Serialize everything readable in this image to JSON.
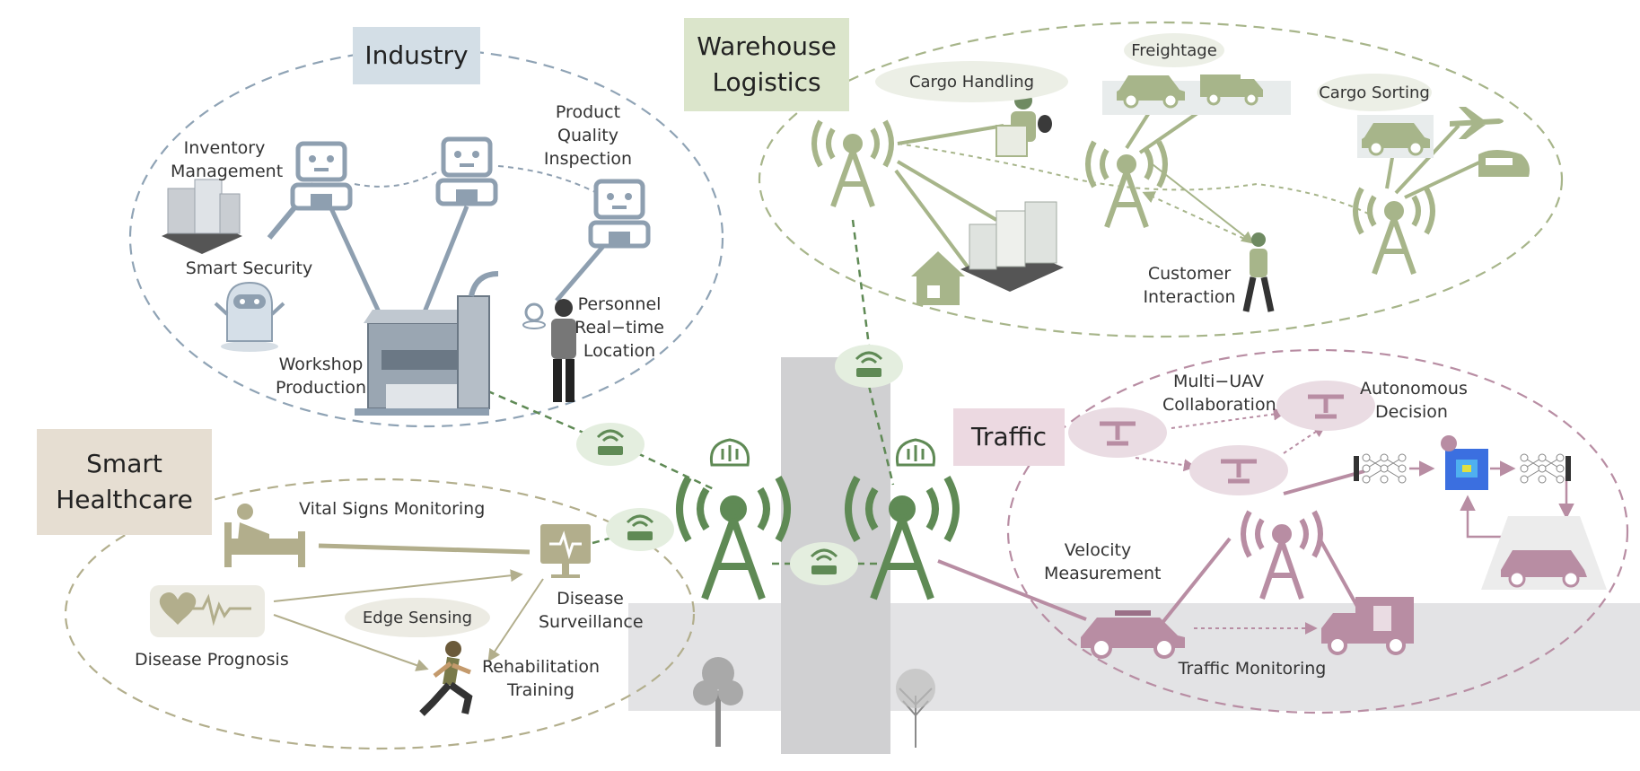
{
  "regions": {
    "industry": {
      "title": "Industry",
      "color": "#8fa3b5",
      "box_color": "#d3dee6"
    },
    "warehouse": {
      "title_lines": [
        "Warehouse",
        "Logistics"
      ],
      "color": "#a7b58a",
      "box_color": "#dbe5cb"
    },
    "traffic": {
      "title": "Traffic",
      "color": "#b88da3",
      "box_color": "#ecd9e1"
    },
    "healthcare": {
      "title_lines": [
        "Smart",
        "Healthcare"
      ],
      "color": "#b2ae8c",
      "box_color": "#e6ded2"
    }
  },
  "labels": {
    "inventory": [
      "Inventory",
      "Management"
    ],
    "quality": [
      "Product",
      "Quality",
      "Inspection"
    ],
    "security": "Smart Security",
    "workshop": [
      "Workshop",
      "Production"
    ],
    "personnel": [
      "Personnel",
      "Real−time",
      "Location"
    ],
    "cargo_handling": "Cargo Handling",
    "freightage": "Freightage",
    "cargo_sorting": "Cargo Sorting",
    "customer": [
      "Customer",
      "Interaction"
    ],
    "multi_uav": [
      "Multi−UAV",
      "Collaboration"
    ],
    "autonomous": [
      "Autonomous",
      "Decision"
    ],
    "velocity": [
      "Velocity",
      "Measurement"
    ],
    "traffic_monitoring": "Traffic Monitoring",
    "vital_signs": "Vital Signs Monitoring",
    "edge_sensing": "Edge Sensing",
    "disease_surveillance": [
      "Disease",
      "Surveillance"
    ],
    "disease_prognosis": "Disease Prognosis",
    "rehab": [
      "Rehabilitation",
      "Training"
    ]
  },
  "colors": {
    "tower": "#5f8a55",
    "road": "#e3e3e5",
    "road_vertical": "#d0d0d2",
    "router_bg": "#e4eedf",
    "robot": "#8e9fb0",
    "health": "#b2ae8c",
    "traffic_fill": "#b88da3"
  },
  "icons": [
    "robot-icon",
    "factory-icon",
    "tower-icon",
    "router-icon",
    "brain-icon",
    "drone-icon",
    "car-icon",
    "truck-icon",
    "airplane-icon",
    "train-icon",
    "person-icon",
    "house-icon",
    "box-stack-icon",
    "heart-ecg-icon",
    "monitor-icon",
    "bed-icon",
    "runner-icon",
    "tree-icon",
    "neural-net-icon",
    "heatmap-icon",
    "location-pin-icon"
  ]
}
